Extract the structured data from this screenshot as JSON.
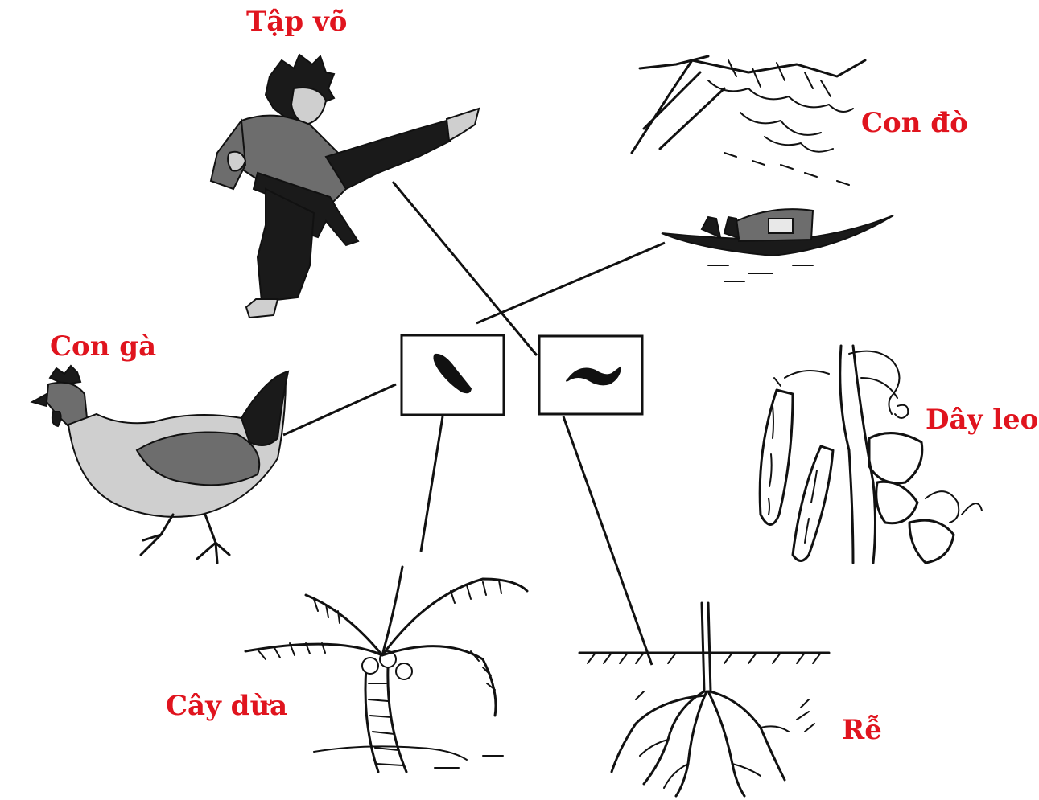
{
  "label_color": "#e0141e",
  "labels": {
    "tap_vo": "Tập võ",
    "con_do": "Con đò",
    "con_ga": "Con gà",
    "day_leo": "Dây leo",
    "cay_dua": "Cây dừa",
    "re": "Rễ"
  }
}
